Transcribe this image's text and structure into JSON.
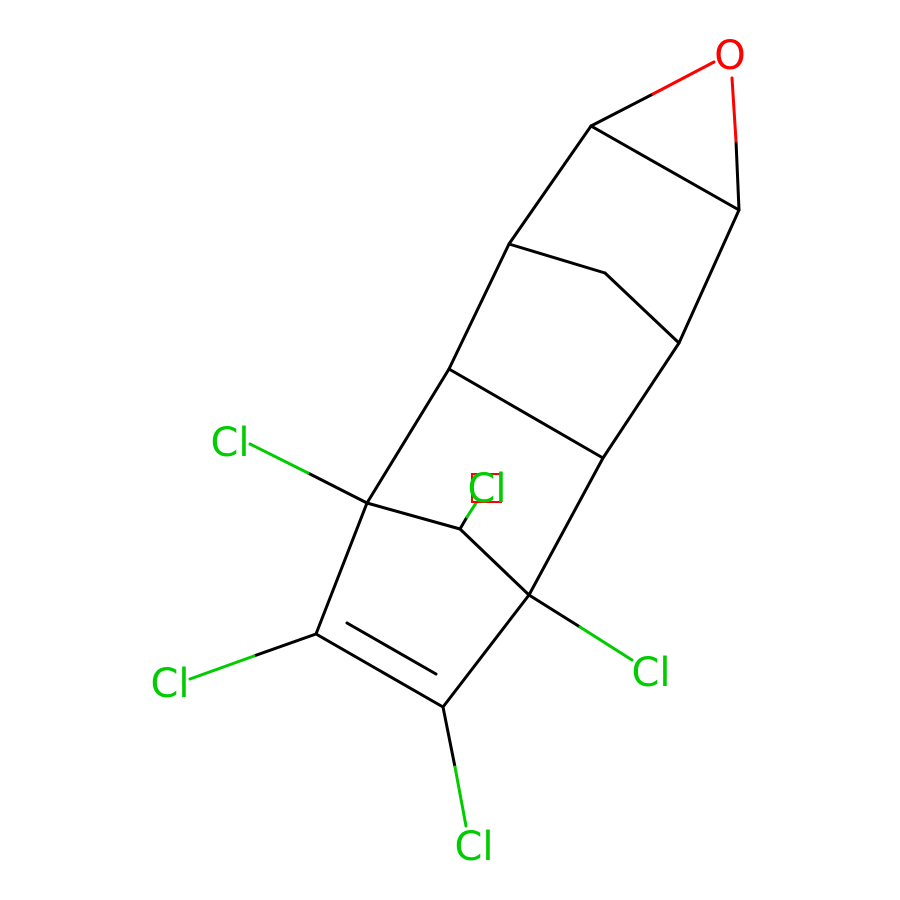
{
  "molecule": {
    "colors": {
      "bond": "#000000",
      "chlorine": "#00CC00",
      "oxygen": "#FF0000"
    },
    "labels": {
      "oxygen": "O",
      "cl_left": "Cl",
      "cl_center": "Cl",
      "cl_right": "Cl",
      "cl_lower_left": "Cl",
      "cl_bottom": "Cl"
    }
  }
}
